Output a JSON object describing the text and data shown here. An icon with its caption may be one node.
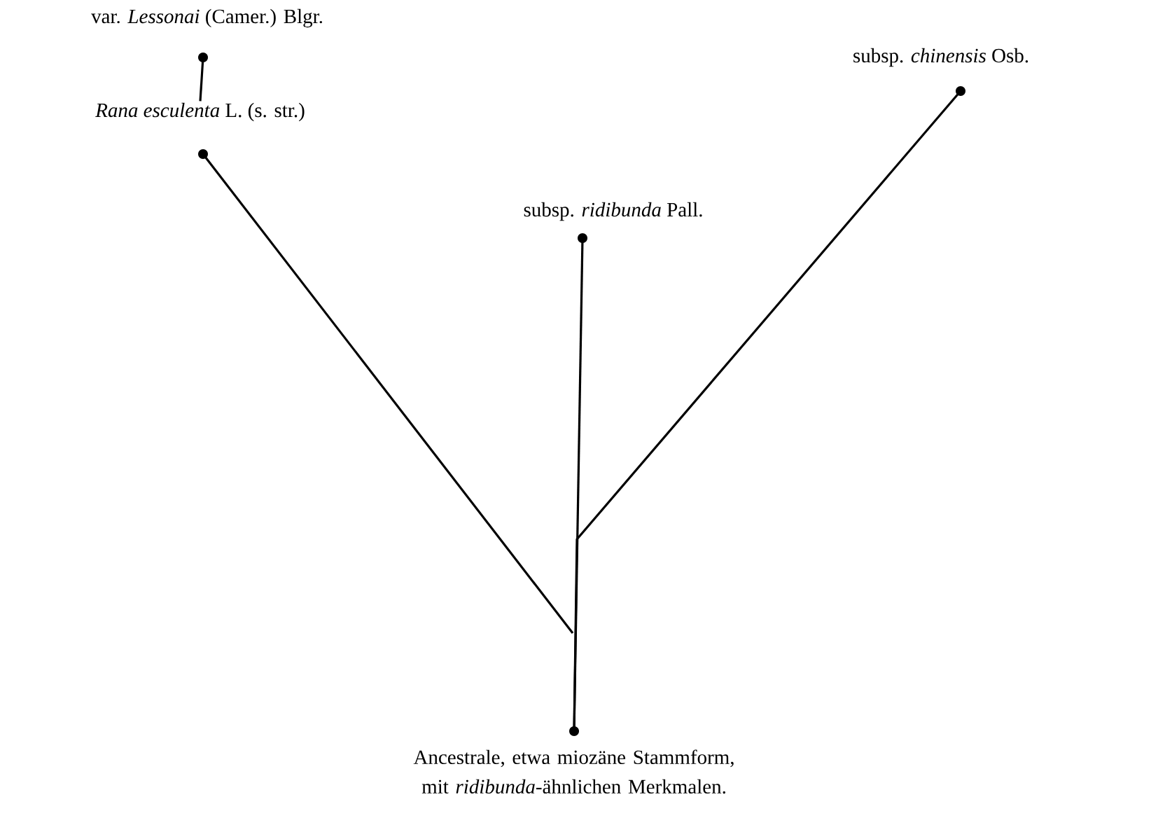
{
  "diagram": {
    "nodes": [
      {
        "text": [
          "var. *Lessonai* (Camer.) Blgr."
        ]
      },
      {
        "text": [
          "*Rana esculenta* L. (s. str.)"
        ]
      },
      {
        "text": [
          "subsp. *ridibunda* Pall."
        ]
      },
      {
        "text": [
          "subsp. *chinensis* Osb."
        ]
      },
      {
        "text": [
          "Ancestrale, etwa miozäne Stammform, mit *ridibunda*-ähnlichen Merkmalen."
        ]
      }
    ],
    "edges": [
      {
        "from": 1,
        "to": 0,
        "arrow": "none"
      },
      {
        "from": 4,
        "to": 1,
        "arrow": "none"
      },
      {
        "from": 4,
        "to": 2,
        "arrow": "none"
      },
      {
        "from": 4,
        "to": 3,
        "arrow": "none"
      }
    ]
  }
}
